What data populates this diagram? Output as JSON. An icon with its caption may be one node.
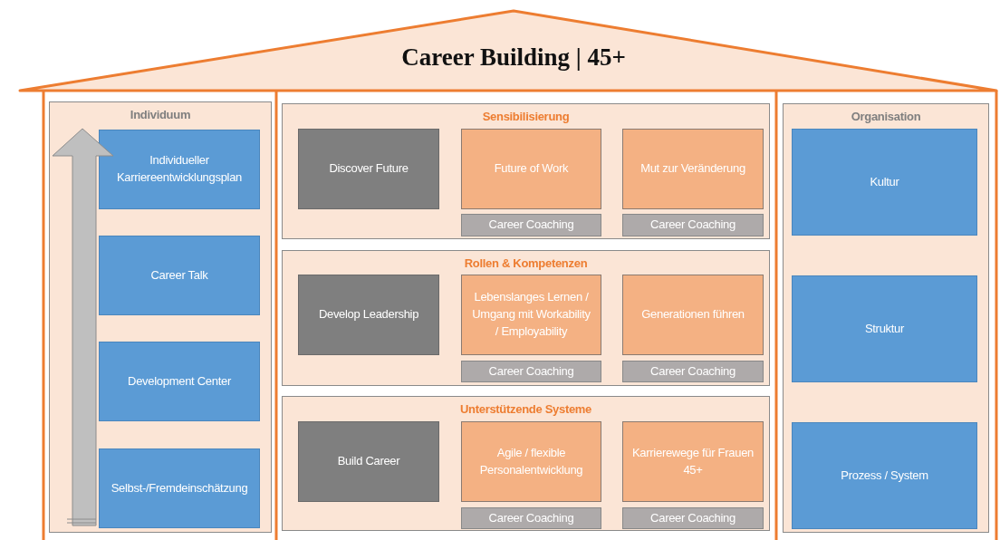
{
  "diagram": {
    "title": "Career Building | 45+",
    "nodes": [
      {
        "text": [
          "Individuum"
        ]
      },
      {
        "text": [
          "Individueller Karriereentwicklungsplan"
        ],
        "in": 0
      },
      {
        "text": [
          "Career Talk"
        ],
        "in": 0
      },
      {
        "text": [
          "Development Center"
        ],
        "in": 0
      },
      {
        "text": [
          "Selbst-/Fremdeinschätzung"
        ],
        "in": 0
      },
      {
        "text": [
          "Sensibilisierung"
        ]
      },
      {
        "text": [
          "Discover Future"
        ],
        "in": 5
      },
      {
        "text": [
          "Future of Work"
        ],
        "in": 5
      },
      {
        "text": [
          "Career Coaching"
        ],
        "in": 5
      },
      {
        "text": [
          "Mut zur Veränderung"
        ],
        "in": 5
      },
      {
        "text": [
          "Career Coaching"
        ],
        "in": 5
      },
      {
        "text": [
          "Rollen & Kompetenzen"
        ]
      },
      {
        "text": [
          "Develop Leadership"
        ],
        "in": 11
      },
      {
        "text": [
          "Lebenslanges Lernen / Umgang mit Workability / Employability"
        ],
        "in": 11
      },
      {
        "text": [
          "Career Coaching"
        ],
        "in": 11
      },
      {
        "text": [
          "Generationen führen"
        ],
        "in": 11
      },
      {
        "text": [
          "Career Coaching"
        ],
        "in": 11
      },
      {
        "text": [
          "Unterstützende Systeme"
        ]
      },
      {
        "text": [
          "Build Career"
        ],
        "in": 17
      },
      {
        "text": [
          "Agile / flexible Personalentwicklung"
        ],
        "in": 17
      },
      {
        "text": [
          "Career Coaching"
        ],
        "in": 17
      },
      {
        "text": [
          "Karrierewege für Frauen 45+"
        ],
        "in": 17
      },
      {
        "text": [
          "Career Coaching"
        ],
        "in": 17
      },
      {
        "text": [
          "Organisation"
        ]
      },
      {
        "text": [
          "Kultur"
        ],
        "in": 23
      },
      {
        "text": [
          "Struktur"
        ],
        "in": 23
      },
      {
        "text": [
          "Prozess / System"
        ],
        "in": 23
      }
    ]
  }
}
